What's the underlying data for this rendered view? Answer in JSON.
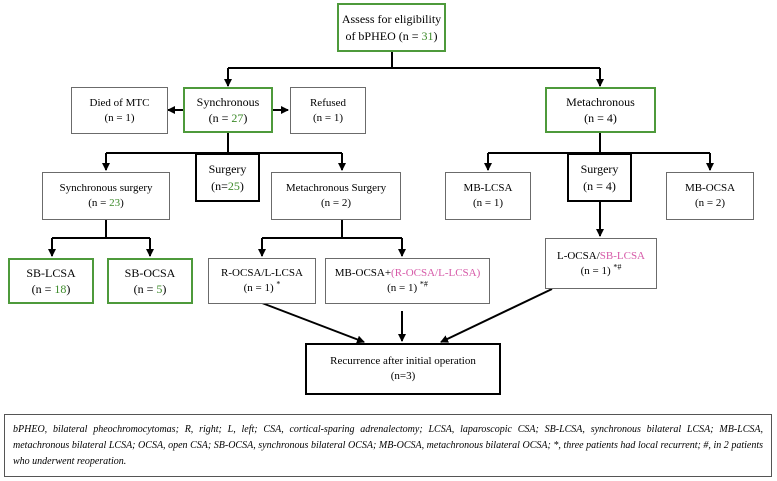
{
  "nodes": {
    "assess": {
      "line1": "Assess for eligibility",
      "line2_pre": "of bPHEO (n = ",
      "n": "31",
      "close": ")"
    },
    "died": {
      "label": "Died of MTC",
      "count": "(n = 1)"
    },
    "synchronous": {
      "label": "Synchronous",
      "pre": "(n = ",
      "n": "27",
      "close": ")"
    },
    "refused": {
      "label": "Refused",
      "count": "(n = 1)"
    },
    "metachronous": {
      "label": "Metachronous",
      "count": "(n = 4)"
    },
    "surgery_sync": {
      "label": "Surgery",
      "pre": "(n=",
      "n": "25",
      "close": ")"
    },
    "sync_surgery": {
      "label": "Synchronous surgery",
      "pre": "(n = ",
      "n": "23",
      "close": ")"
    },
    "meta_surgery": {
      "label": "Metachronous Surgery",
      "count": "(n = 2)"
    },
    "sb_lcsa": {
      "label": "SB-LCSA",
      "pre": "(n = ",
      "n": "18",
      "close": ")"
    },
    "sb_ocsa": {
      "label": "SB-OCSA",
      "pre": "(n = ",
      "n": "5",
      "close": ")"
    },
    "r_ocsa": {
      "label": "R-OCSA/L-LCSA",
      "count": "(n = 1)",
      "mark": "*"
    },
    "mb_ocsa_plus": {
      "label_pre": "MB-OCSA+",
      "label_pink": "(R-OCSA/L-LCSA)",
      "count": "(n = 1)",
      "mark": "*#"
    },
    "mb_lcsa": {
      "label": "MB-LCSA",
      "count": "(n = 1)"
    },
    "surgery_meta": {
      "label": "Surgery",
      "count": "(n = 4)"
    },
    "mb_ocsa": {
      "label": "MB-OCSA",
      "count": "(n = 2)"
    },
    "l_ocsa": {
      "label_pre": "L-OCSA/",
      "label_pink": "SB-LCSA",
      "count": "(n = 1)",
      "mark": "*#"
    },
    "recurrence": {
      "label": "Recurrence after initial operation",
      "count": "(n=3)"
    }
  },
  "footnote": "bPHEO, bilateral pheochromocytomas; R, right; L, left; CSA, cortical-sparing adrenalectomy; LCSA, laparoscopic CSA; SB-LCSA, synchronous bilateral LCSA; MB-LCSA, metachronous bilateral LCSA; OCSA, open CSA; SB-OCSA, synchronous bilateral OCSA; MB-OCSA, metachronous bilateral OCSA; *, three patients had local recurrent; #, in 2 patients who underwent reoperation.",
  "colors": {
    "green_border": "#4e9a3b",
    "green_text": "#3d8b2a",
    "pink_text": "#d65aa8",
    "thin_border": "#6b6b6b"
  }
}
